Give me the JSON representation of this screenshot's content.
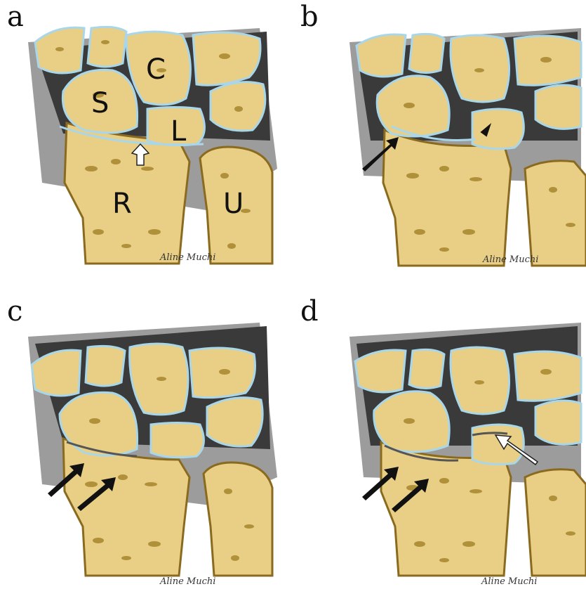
{
  "panels": [
    {
      "id": "a",
      "letter": "a",
      "bone_labels": {
        "S": "S",
        "C": "C",
        "L": "L",
        "R": "R",
        "U": "U"
      },
      "signature": "Aline Muchi",
      "arrows": [
        {
          "kind": "white-arrowhead",
          "target": "lunate-radius joint"
        }
      ]
    },
    {
      "id": "b",
      "letter": "b",
      "signature": "Aline Muchi",
      "arrows": [
        {
          "kind": "black-arrow",
          "target": "scaphoid fossa"
        },
        {
          "kind": "black-arrowhead",
          "target": "lunate fossa"
        }
      ]
    },
    {
      "id": "c",
      "letter": "c",
      "signature": "Aline Muchi",
      "arrows": [
        {
          "kind": "black-arrow",
          "target": "radioscaphoid"
        },
        {
          "kind": "black-arrow",
          "target": "radioscaphoid"
        }
      ]
    },
    {
      "id": "d",
      "letter": "d",
      "signature": "Aline Muchi",
      "arrows": [
        {
          "kind": "black-arrow",
          "target": "radioscaphoid"
        },
        {
          "kind": "black-arrow",
          "target": "radioscaphoid"
        },
        {
          "kind": "white-arrow",
          "target": "lunate"
        }
      ]
    }
  ],
  "colors": {
    "bone": "#e8cf85",
    "bone_edge": "#8a6a1f",
    "cartilage": "#a9d6e8",
    "joint_space": "#3a3a3a",
    "ligament": "#9c9c9c",
    "trabecula": "#a38228"
  }
}
